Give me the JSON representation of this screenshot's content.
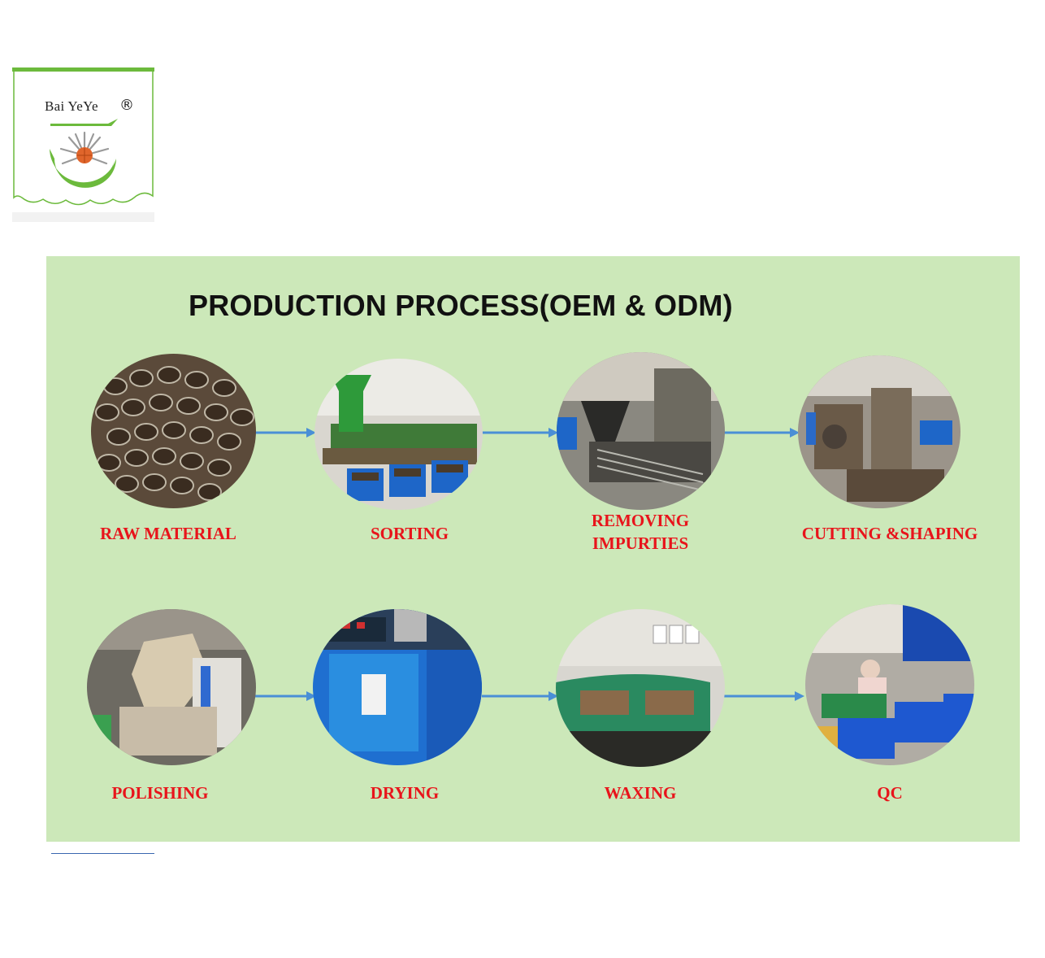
{
  "logo": {
    "brand": "Bai YeYe",
    "registered_mark": "®",
    "colors": {
      "green": "#6cba3c",
      "orange": "#e0652b",
      "gray": "#9a9a9a"
    }
  },
  "panel": {
    "title": "PRODUCTION PROCESS(OEM & ODM)",
    "background": "#cce8b9",
    "label_color": "#e8141b",
    "arrow_color": "#4a8fd6",
    "steps": [
      {
        "label": "RAW MATERIAL",
        "icon": "raw-material-photo"
      },
      {
        "label": "SORTING",
        "icon": "sorting-photo"
      },
      {
        "label_line1": "REMOVING",
        "label_line2": "IMPURTIES",
        "icon": "removing-impurities-photo"
      },
      {
        "label": "CUTTING &SHAPING",
        "icon": "cutting-shaping-photo"
      },
      {
        "label": "POLISHING",
        "icon": "polishing-photo"
      },
      {
        "label": "DRYING",
        "icon": "drying-photo"
      },
      {
        "label": "WAXING",
        "icon": "waxing-photo"
      },
      {
        "label": "QC",
        "icon": "qc-photo"
      }
    ]
  }
}
